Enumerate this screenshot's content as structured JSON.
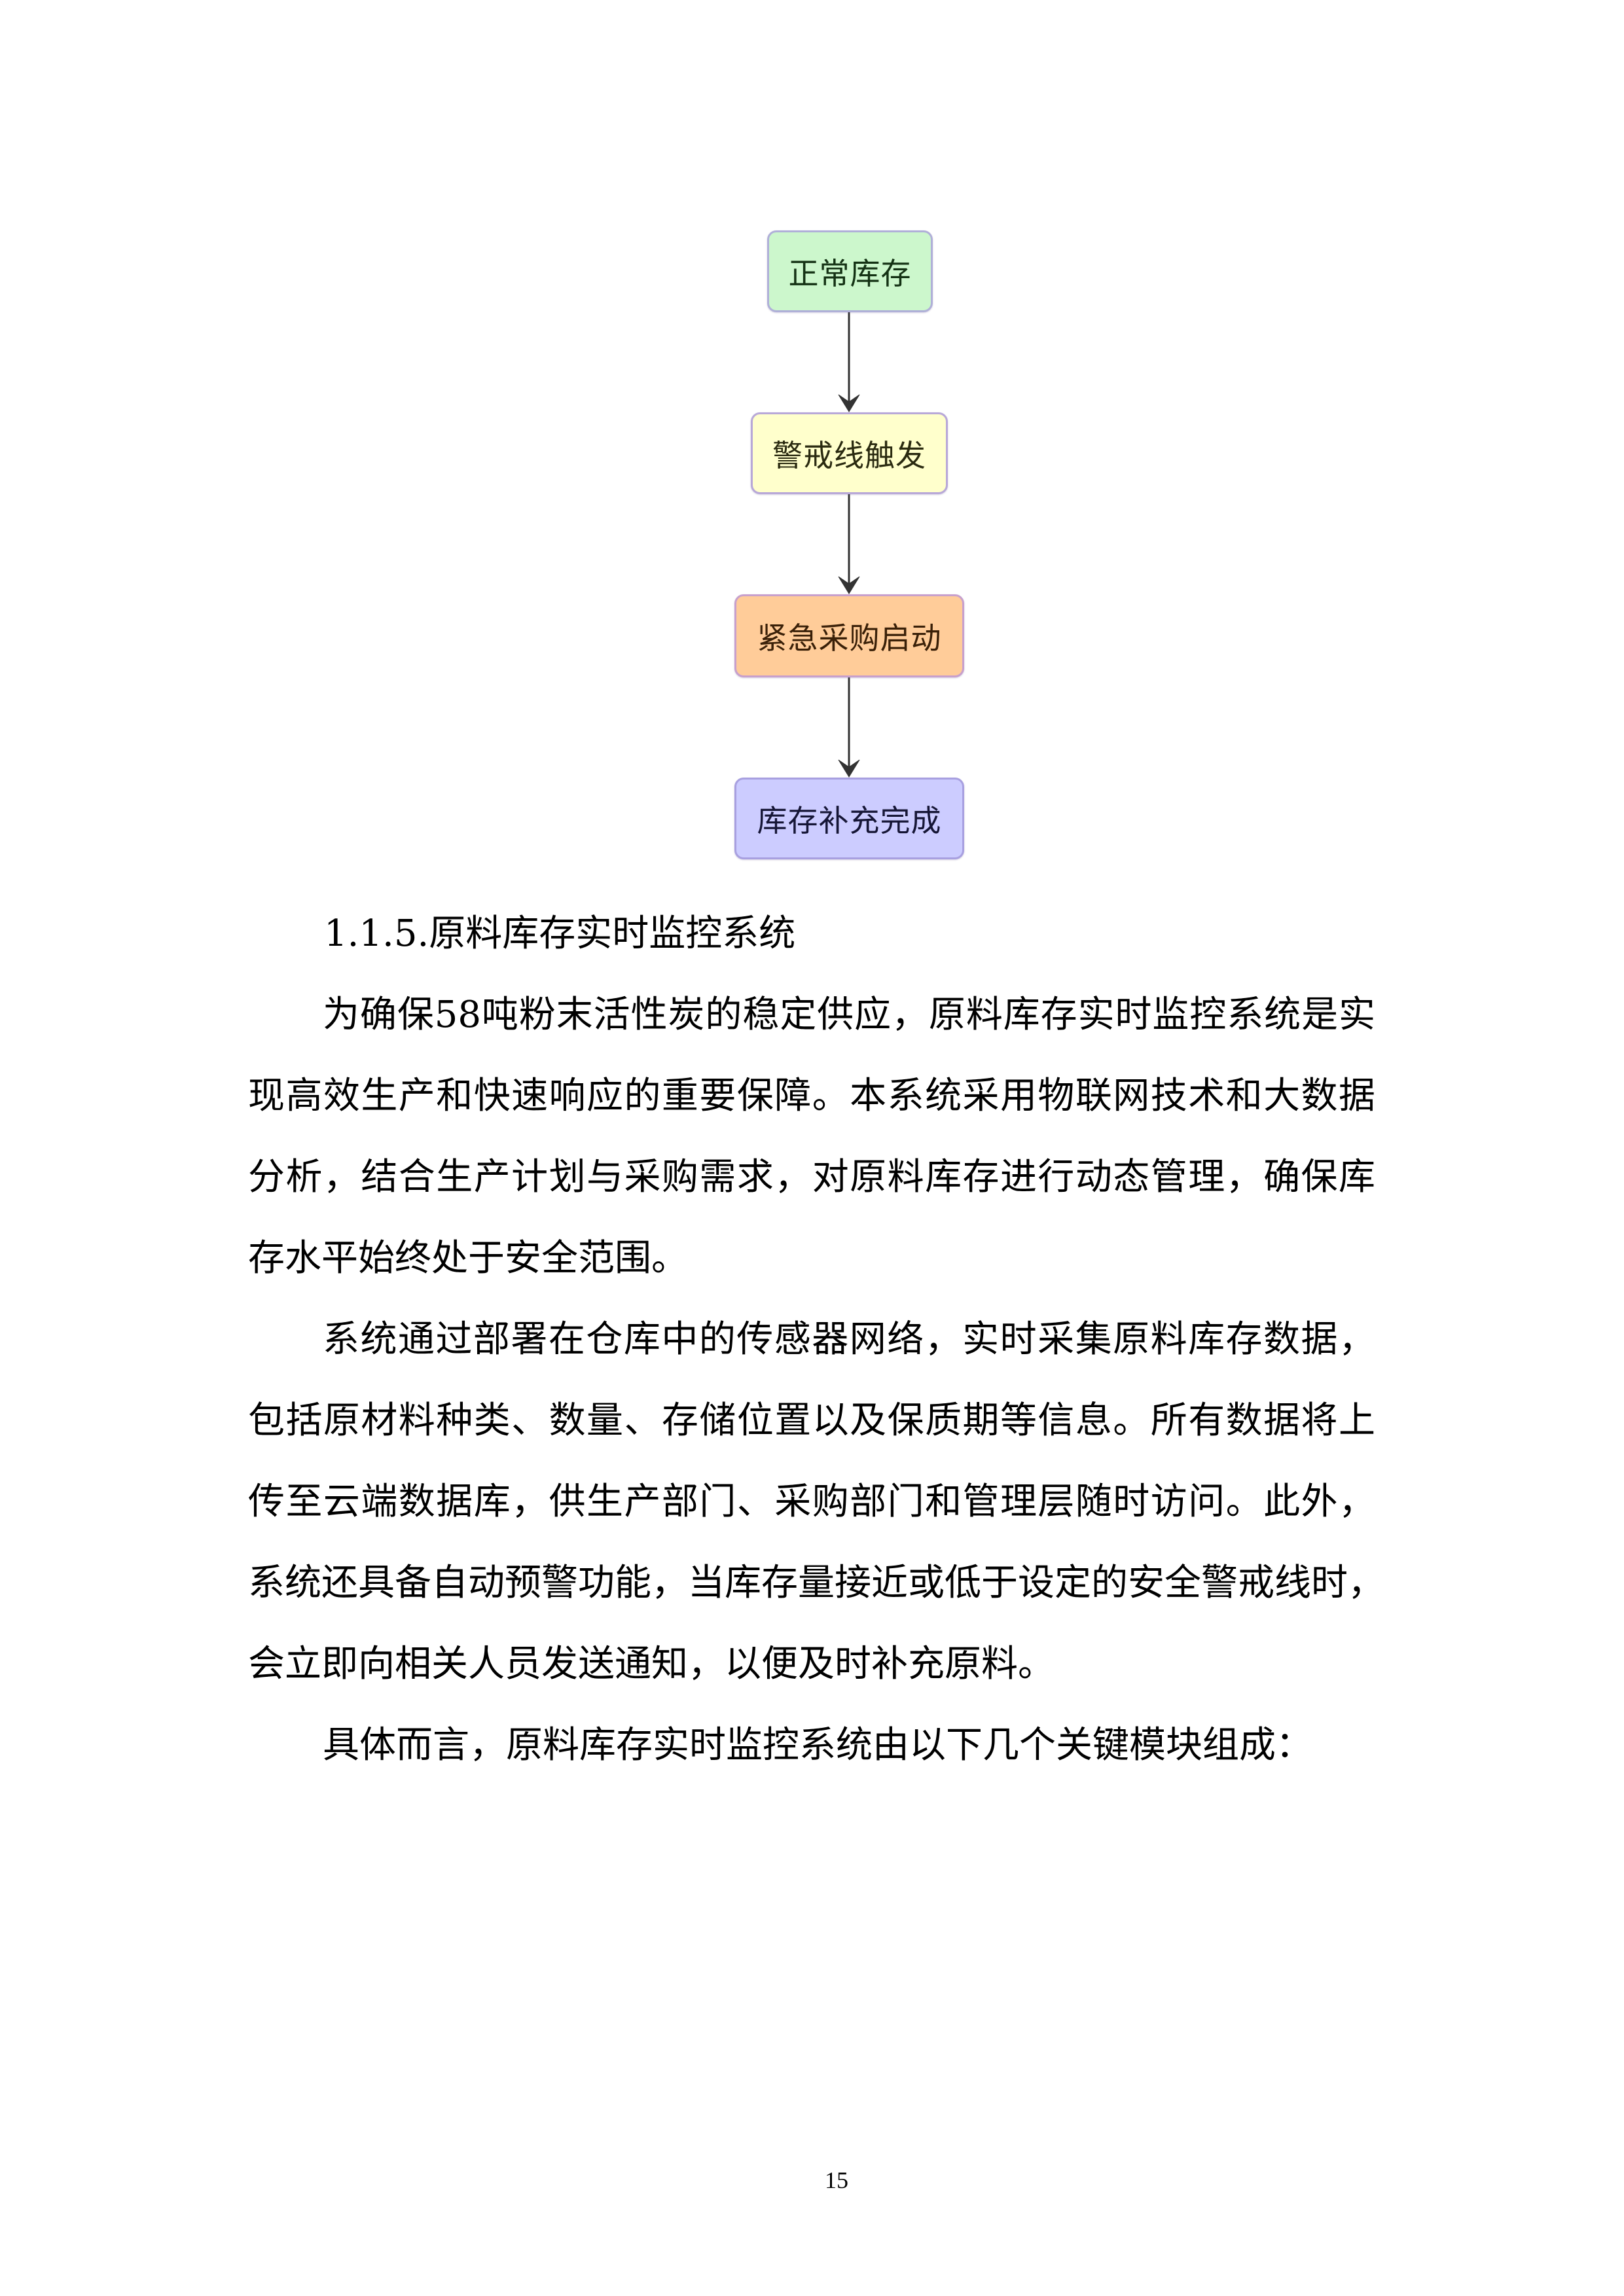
{
  "flowchart": {
    "nodes": [
      {
        "label": "正常库存",
        "fill": "#ccf7cc",
        "border": "#b0b0d8",
        "text_color": "#143214"
      },
      {
        "label": "警戒线触发",
        "fill": "#ffffcc",
        "border": "#b8a8d8",
        "text_color": "#2a2a10"
      },
      {
        "label": "紧急采购启动",
        "fill": "#ffcc99",
        "border": "#c8a0cc",
        "text_color": "#3a2008"
      },
      {
        "label": "库存补充完成",
        "fill": "#ccccff",
        "border": "#a8a0e0",
        "text_color": "#161636"
      }
    ],
    "edges": [
      {
        "from": "正常库存",
        "to": "警戒线触发"
      },
      {
        "from": "警戒线触发",
        "to": "紧急采购启动"
      },
      {
        "from": "紧急采购启动",
        "to": "库存补充完成"
      }
    ],
    "arrow_color": "#333333"
  },
  "section": {
    "heading": "1.1.5.原料库存实时监控系统",
    "paragraphs": [
      {
        "lines": [
          "为确保58吨粉末活性炭的稳定供应，原料库存实时监控系统是实",
          "现高效生产和快速响应的重要保障。本系统采用物联网技术和大数据",
          "分析，结合生产计划与采购需求，对原料库存进行动态管理，确保库",
          "存水平始终处于安全范围。"
        ]
      },
      {
        "lines": [
          "系统通过部署在仓库中的传感器网络，实时采集原料库存数据，",
          "包括原材料种类、数量、存储位置以及保质期等信息。所有数据将上",
          "传至云端数据库，供生产部门、采购部门和管理层随时访问。此外，",
          "系统还具备自动预警功能，当库存量接近或低于设定的安全警戒线时，",
          "会立即向相关人员发送通知，以便及时补充原料。"
        ]
      },
      {
        "lines": [
          "具体而言，原料库存实时监控系统由以下几个关键模块组成："
        ]
      }
    ]
  },
  "footer": {
    "page_number": "15"
  }
}
